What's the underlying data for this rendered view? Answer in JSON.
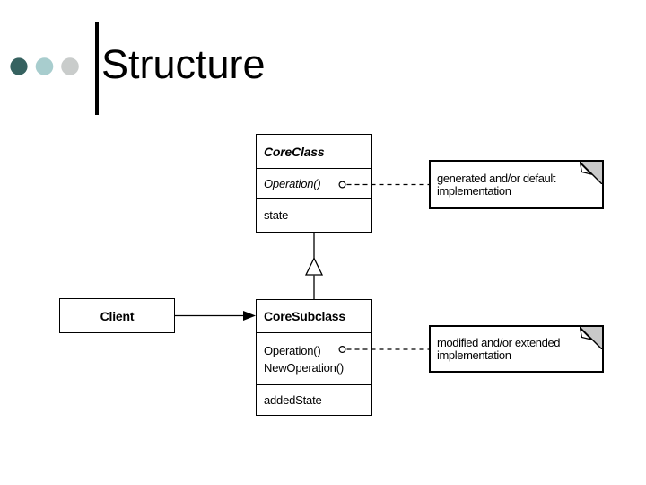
{
  "slide": {
    "title": "Structure",
    "decor_circles": {
      "dark": "#366260",
      "light": "#a8cdce",
      "gray": "#c9cccb"
    }
  },
  "diagram": {
    "core_class": {
      "name": "CoreClass",
      "operations": [
        "Operation()"
      ],
      "attributes": [
        "state"
      ]
    },
    "core_subclass": {
      "name": "CoreSubclass",
      "operations": [
        "Operation()",
        "NewOperation()"
      ],
      "attributes": [
        "addedState"
      ]
    },
    "client": {
      "name": "Client"
    },
    "note_generated": {
      "line1": "generated and/or default",
      "line2": "implementation"
    },
    "note_modified": {
      "line1": "modified and/or extended",
      "line2": "implementation"
    }
  }
}
